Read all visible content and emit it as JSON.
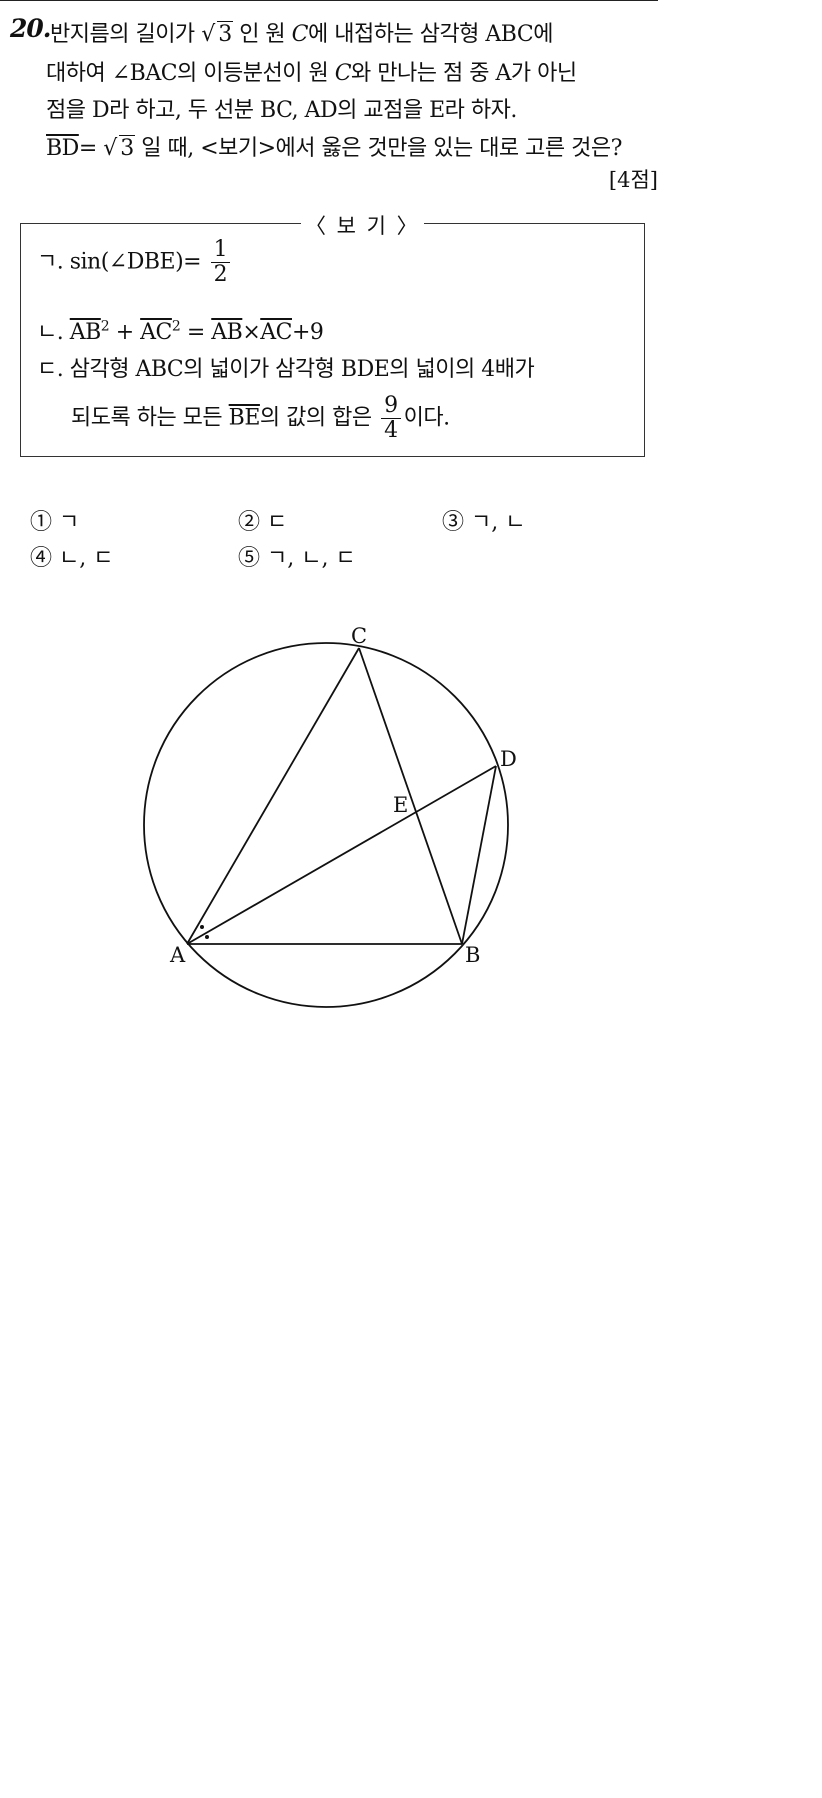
{
  "question": {
    "number": "20.",
    "line1_a": "반지름의 길이가",
    "sqrt3": "3",
    "line1_b": "인 원",
    "circle_name": "C",
    "line1_c": "에 내접하는 삼각형 ABC에",
    "line2_a": "대하여 ∠BAC의 이등분선이 원",
    "line2_b": "와 만나는 점 중 A가 아닌",
    "line3": "점을 D라 하고, 두 선분 BC, AD의 교점을 E라 하자.",
    "line4_seg": "BD",
    "line4_eq": "=",
    "line4_b": "일 때, <보기>에서 옳은 것만을 있는 대로 고른 것은?",
    "score": "[4점]"
  },
  "bogi": {
    "title": "〈 보 기 〉",
    "item1_prefix": "ㄱ. sin(∠DBE)=",
    "item1_num": "1",
    "item1_den": "2",
    "item2_prefix": "ㄴ.",
    "item2_ab": "AB",
    "item2_ac": "AC",
    "item2_sq": "2",
    "item2_plus": "+",
    "item2_eq": "=",
    "item2_times": "×",
    "item2_tail": "+9",
    "item3_line1": "ㄷ. 삼각형 ABC의 넓이가 삼각형 BDE의 넓이의 4배가",
    "item3_line2_a": "되도록 하는 모든",
    "item3_be": "BE",
    "item3_line2_b": "의 값의 합은",
    "item3_num": "9",
    "item3_den": "4",
    "item3_line2_c": "이다."
  },
  "choices": [
    {
      "label": "① ㄱ"
    },
    {
      "label": "② ㄷ"
    },
    {
      "label": "③ ㄱ, ㄴ"
    },
    {
      "label": "④ ㄴ, ㄷ"
    },
    {
      "label": "⑤ ㄱ, ㄴ, ㄷ"
    }
  ],
  "figure": {
    "point_A": "A",
    "point_B": "B",
    "point_C": "C",
    "point_D": "D",
    "point_E": "E"
  }
}
